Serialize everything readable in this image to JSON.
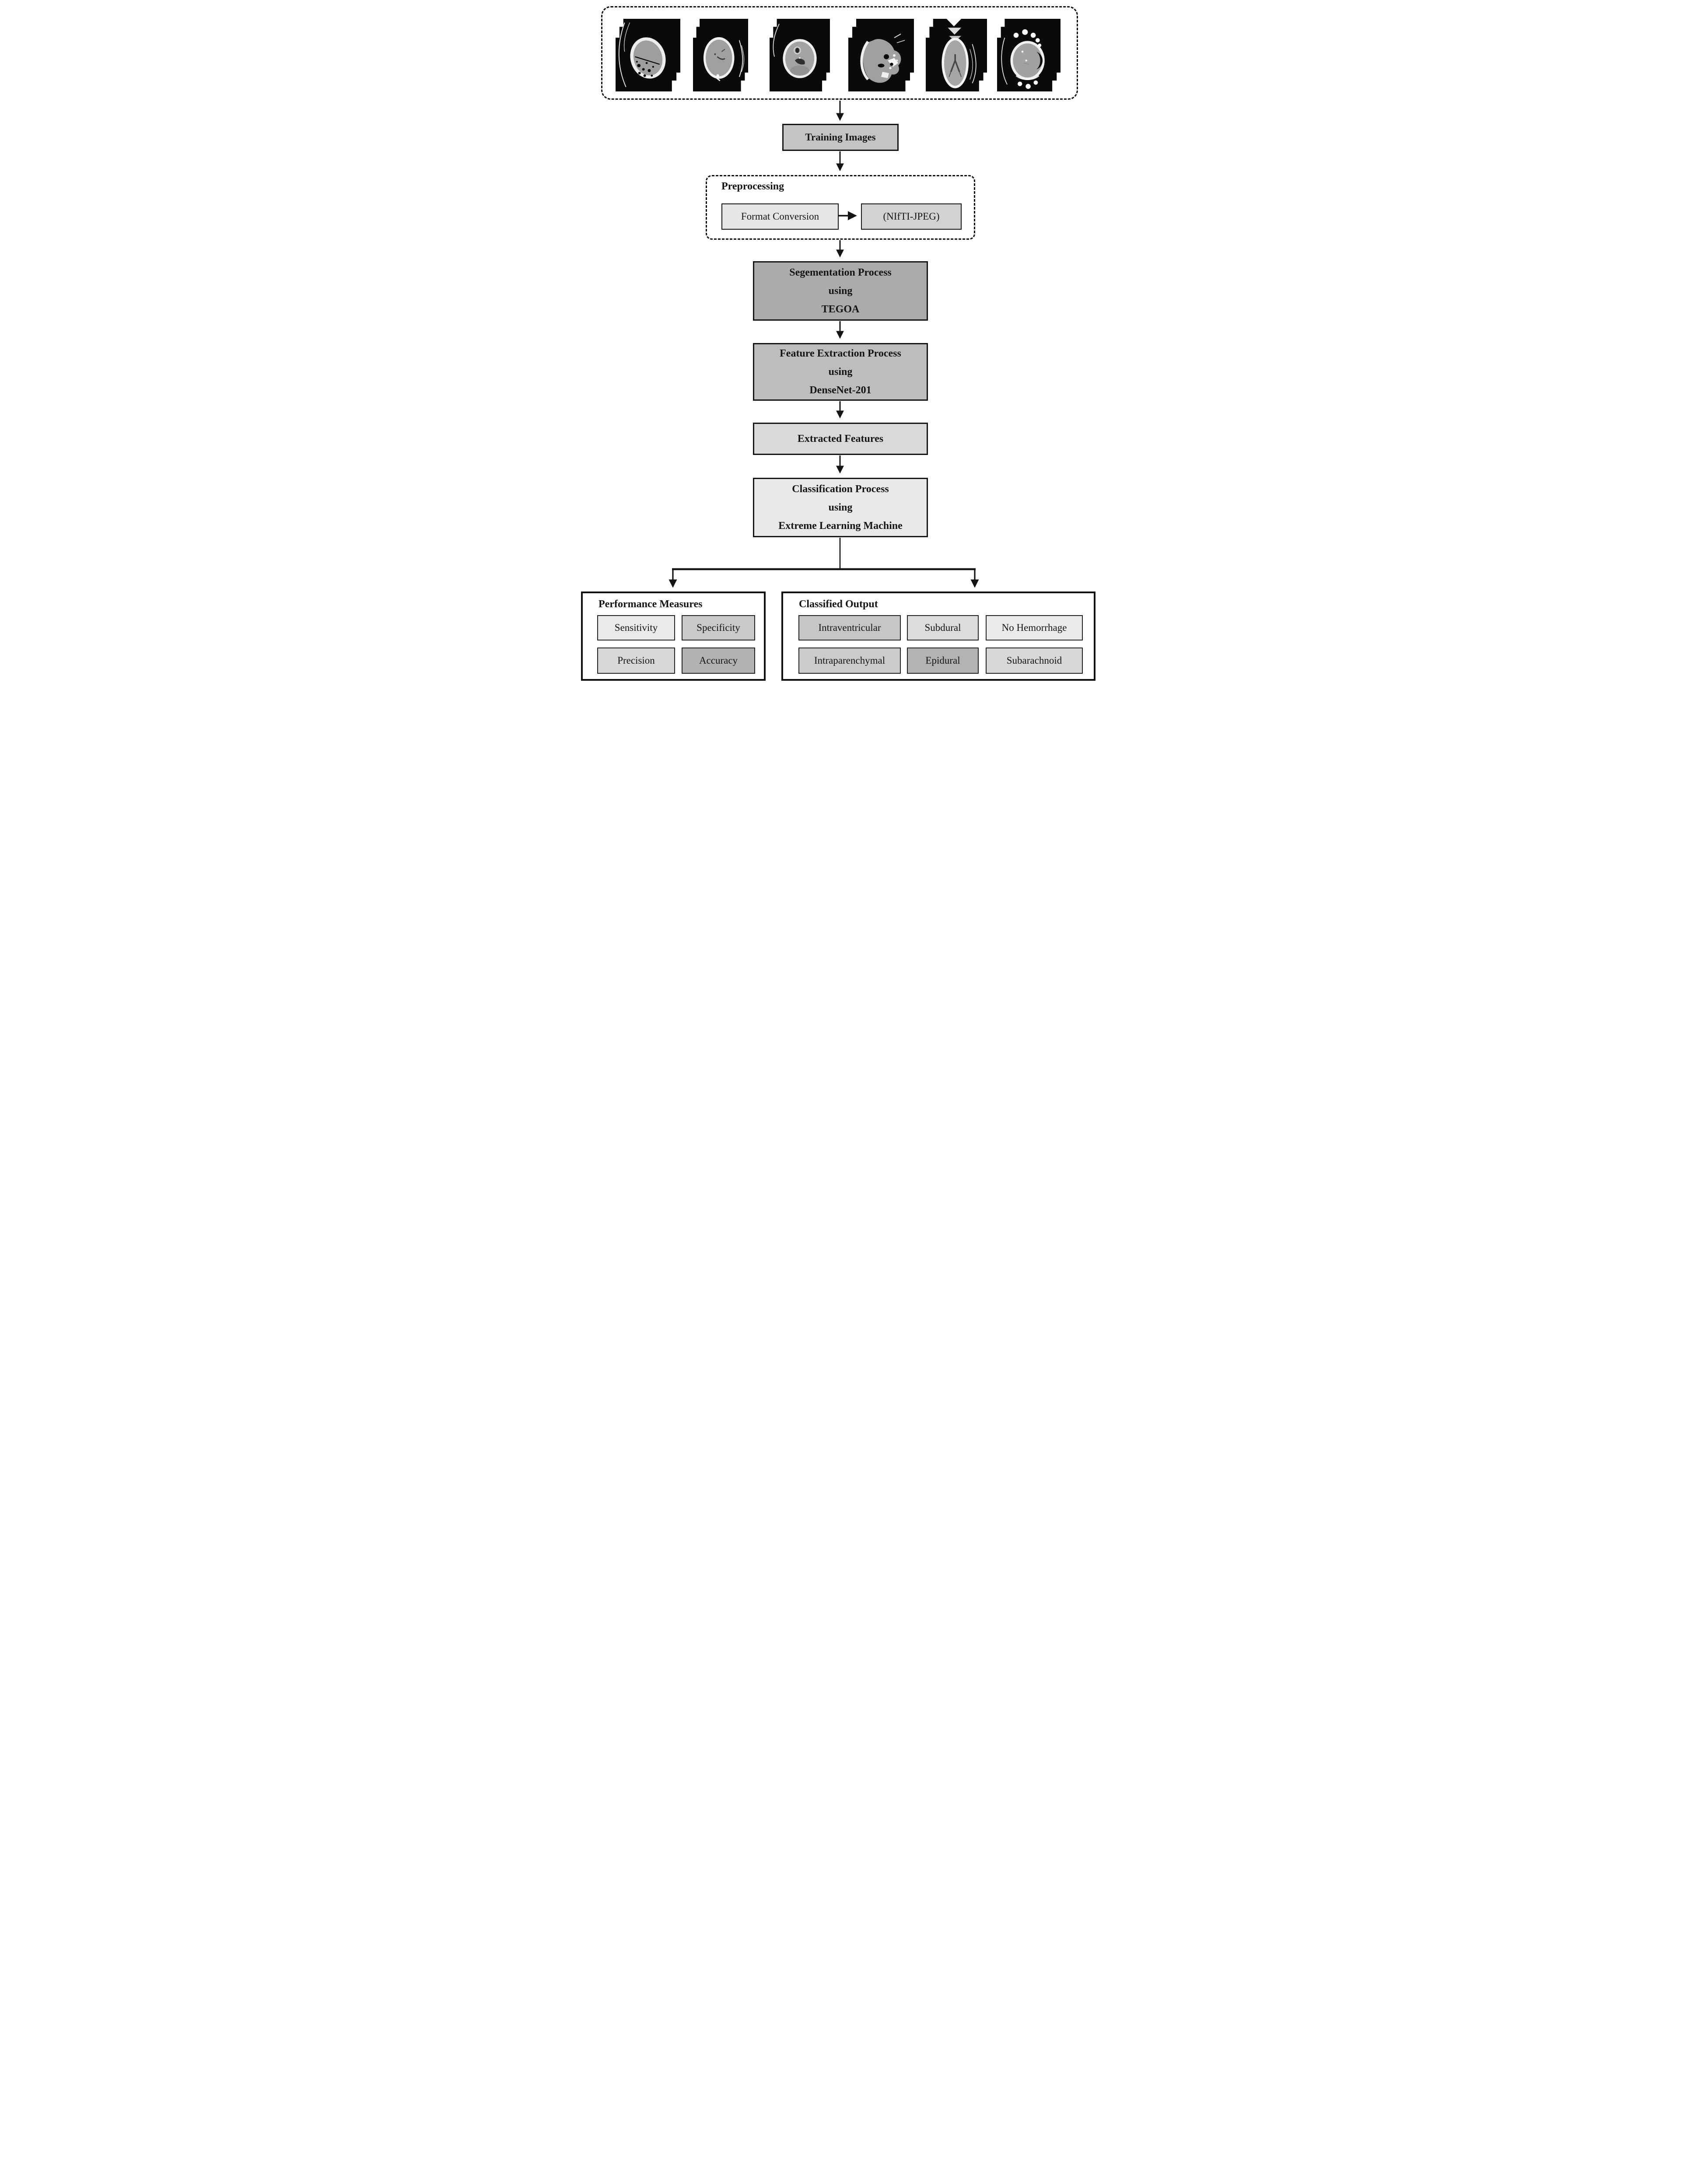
{
  "colors": {
    "ink": "#141414",
    "training_images_bg": "#c4c4c4",
    "format_conversion_bg": "#e6e6e6",
    "nifti_bg": "#d2d2d2",
    "segmentation_bg": "#ababab",
    "feature_bg": "#bdbdbd",
    "extracted_bg": "#d9d9d9",
    "classification_bg": "#e9e9e9",
    "sensitivity_bg": "#eaeaea",
    "specificity_bg": "#c9c9c9",
    "precision_bg": "#d8d8d8",
    "accuracy_bg": "#b2b2b2",
    "intraventricular_bg": "#c6c6c6",
    "subdural_bg": "#dcdcdc",
    "no_hemorrhage_bg": "#ebebeb",
    "intraparenchymal_bg": "#cbcbcb",
    "epidural_bg": "#b3b3b3",
    "subarachnoid_bg": "#d8d8d8"
  },
  "training_strip": {
    "scans": [
      {
        "name": "ct-scan-1"
      },
      {
        "name": "ct-scan-2"
      },
      {
        "name": "ct-scan-3"
      },
      {
        "name": "ct-scan-4"
      },
      {
        "name": "ct-scan-5"
      },
      {
        "name": "ct-scan-6"
      }
    ]
  },
  "flow": {
    "training_images": "Training Images",
    "preprocessing": {
      "title": "Preprocessing",
      "format_conversion": "Format Conversion",
      "format_result": "(NIfTI-JPEG)"
    },
    "segmentation": {
      "line1": "Segementation Process",
      "line2": "using",
      "line3": "TEGOA"
    },
    "feature_extraction": {
      "line1": "Feature Extraction Process",
      "line2": "using",
      "line3": "DenseNet-201"
    },
    "extracted_features": "Extracted Features",
    "classification": {
      "line1": "Classification Process",
      "line2": "using",
      "line3": "Extreme Learning Machine"
    }
  },
  "performance": {
    "title": "Performance Measures",
    "items": [
      "Sensitivity",
      "Specificity",
      "Precision",
      "Accuracy"
    ]
  },
  "classified": {
    "title": "Classified Output",
    "items": [
      "Intraventricular",
      "Subdural",
      "No Hemorrhage",
      "Intraparenchymal",
      "Epidural",
      "Subarachnoid"
    ]
  }
}
